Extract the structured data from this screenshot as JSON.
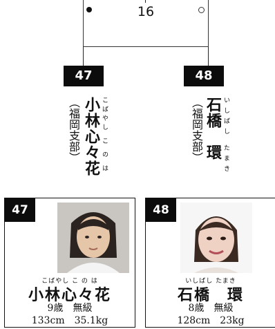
{
  "match": {
    "number": "16"
  },
  "left": {
    "number": "47",
    "name": "小林心々花",
    "furigana": "こばやし こ の は",
    "branch": "（福岡支部）",
    "age": "9歳",
    "rank": "無級",
    "height": "133cm",
    "weight": "35.1kg"
  },
  "right": {
    "number": "48",
    "name": "石橋　環",
    "furigana": "いしばし たまき",
    "branch": "（福岡支部）",
    "age": "8歳",
    "rank": "無級",
    "height": "128cm",
    "weight": "23kg"
  },
  "colors": {
    "badge": "#0c0c0c",
    "line": "#222222"
  }
}
